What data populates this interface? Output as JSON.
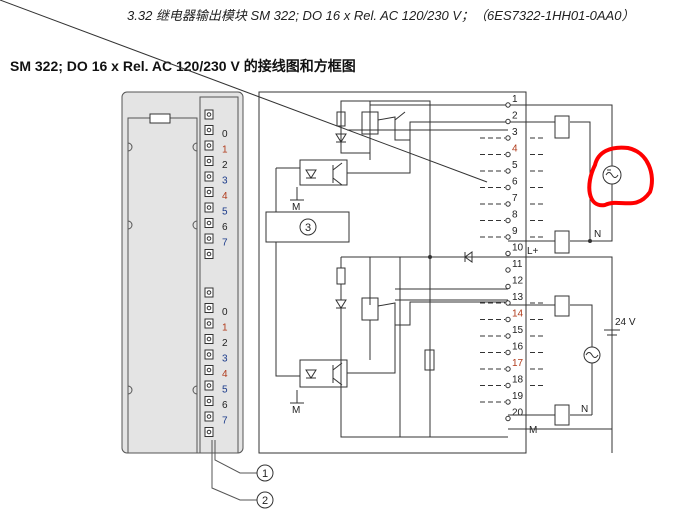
{
  "header": "3.32 继电器输出模块 SM 322; DO 16 x Rel. AC 120/230 V；（6ES7322-1HH01-0AA0）",
  "title": "SM 322; DO 16 x Rel. AC 120/230 V 的接线图和方框图",
  "module_labels": [
    "0",
    "1",
    "2",
    "3",
    "4",
    "5",
    "6",
    "7"
  ],
  "module_label_colors": [
    "#222",
    "#b03a1a",
    "#222",
    "#1a3a8a",
    "#b03a1a",
    "#1a3a8a",
    "#222",
    "#1a3a8a"
  ],
  "terminals": [
    "1",
    "2",
    "3",
    "4",
    "5",
    "6",
    "7",
    "8",
    "9",
    "10",
    "11",
    "12",
    "13",
    "14",
    "15",
    "16",
    "17",
    "18",
    "19",
    "20"
  ],
  "labels": {
    "m1": "M",
    "m2": "M",
    "block": "3",
    "lplus": "L+",
    "n1": "N",
    "n2": "N",
    "v24": "24 V",
    "m20": "M"
  },
  "callouts": [
    "1",
    "2"
  ],
  "highlight_color": "#ff0000"
}
